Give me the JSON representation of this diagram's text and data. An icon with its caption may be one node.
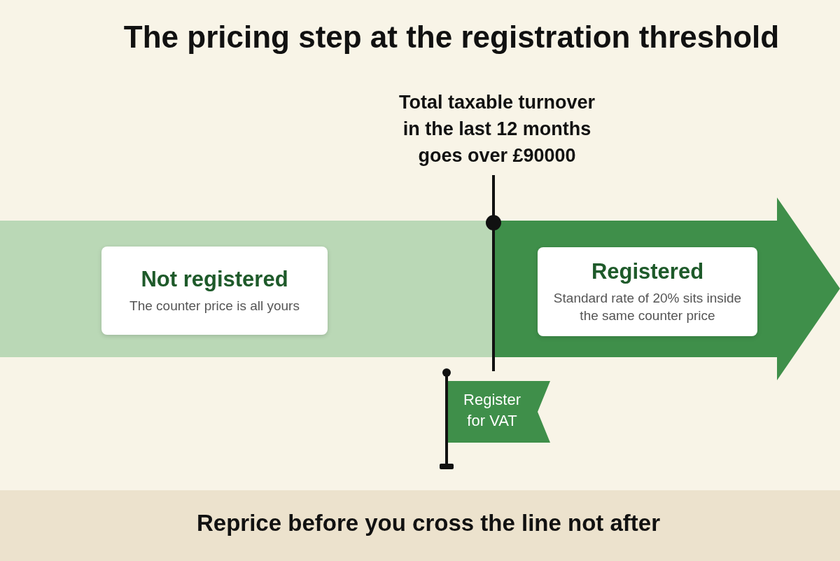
{
  "diagram": {
    "title": "The pricing step at the registration threshold",
    "nodes": [
      {
        "text": [],
        "shape": "bar"
      },
      {
        "text": [
          "Not registered",
          "The counter price is all yours"
        ],
        "in": 0
      },
      {
        "text": [],
        "shape": "arrow"
      },
      {
        "text": [
          "Registered",
          "Standard rate of 20% sits inside the same counter price"
        ],
        "in": 2
      },
      {
        "text": [
          "Register for VAT"
        ]
      }
    ],
    "labels": [
      "Total taxable turnover in the last 12 months goes over £90000"
    ],
    "caption": "Reprice before you cross the line not after"
  }
}
